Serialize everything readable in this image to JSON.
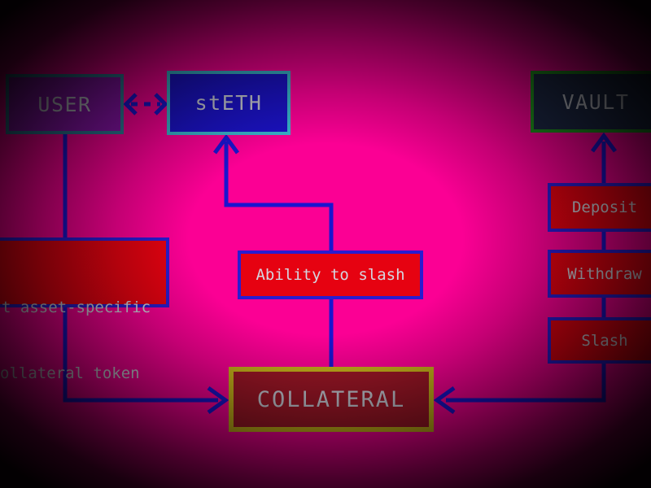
{
  "colors": {
    "background": "#fb0094",
    "line_blue": "#1b15cf",
    "red_fill": "#e60211",
    "red_border": "#2a1cd0",
    "user_fill": "#8a14ac",
    "user_border": "#2f7e9c",
    "steth_fill": "#1b12c4",
    "steth_border": "#3ab4cc",
    "vault_fill": "#1e2948",
    "vault_border": "#21951f",
    "collateral_fill": "#9c1626",
    "collateral_border": "#c8b21a",
    "label_gray": "#c6c8d2",
    "label_light": "#d4d6e0"
  },
  "nodes": {
    "user": {
      "label": "USER"
    },
    "steth": {
      "label": "stETH"
    },
    "vault": {
      "label": "VAULT"
    },
    "mint_note": {
      "line1": "t asset-specific",
      "line2": "ollateral token"
    },
    "ability": {
      "label": "Ability to slash"
    },
    "deposit": {
      "label": "Deposit"
    },
    "withdraw": {
      "label": "Withdraw"
    },
    "slash": {
      "label": "Slash"
    },
    "collateral": {
      "label": "COLLATERAL"
    }
  }
}
